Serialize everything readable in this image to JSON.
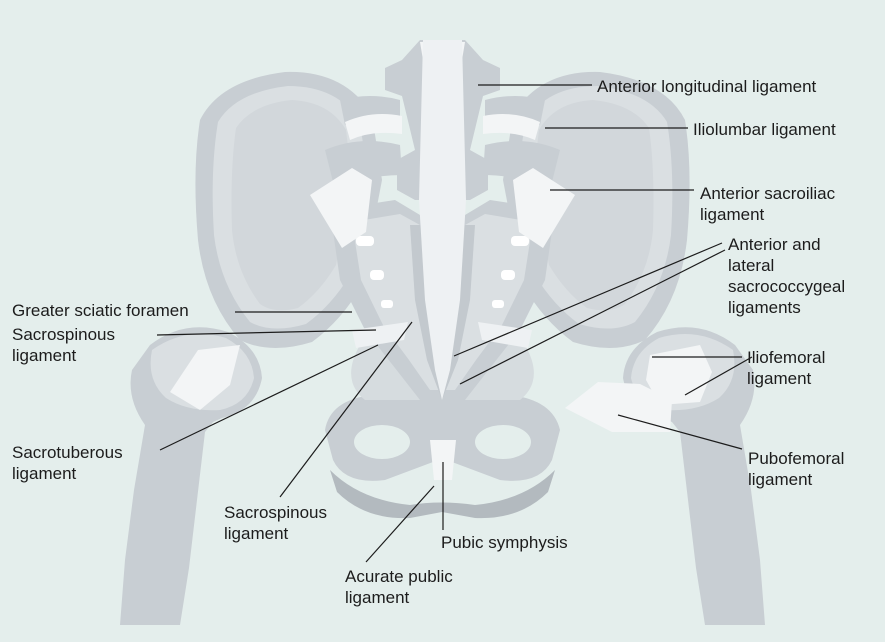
{
  "colors": {
    "background": "#e4eeec",
    "bone_light": "#dadfe2",
    "bone_mid": "#c8ced3",
    "bone_dark": "#b3babf",
    "ligament": "#f3f5f6",
    "text": "#1c1c1c"
  },
  "labels": {
    "anterior_longitudinal": "Anterior longitudinal ligament",
    "iliolumbar": "Iliolumbar ligament",
    "anterior_sacroiliac": "Anterior sacroiliac\nligament",
    "anterior_lateral_sacrococcygeal": "Anterior and\nlateral\nsacrococcygeal\nligaments",
    "greater_sciatic_foramen": "Greater sciatic foramen",
    "sacrospinous_left": "Sacrospinous\nligament",
    "iliofemoral": "Iliofemoral\nligament",
    "sacrotuberous": "Sacrotuberous\nligament",
    "pubofemoral": "Pubofemoral\nligament",
    "sacrospinous_bottom": "Sacrospinous\nligament",
    "pubic_symphysis": "Pubic symphysis",
    "acurate_public": "Acurate public\nligament"
  }
}
